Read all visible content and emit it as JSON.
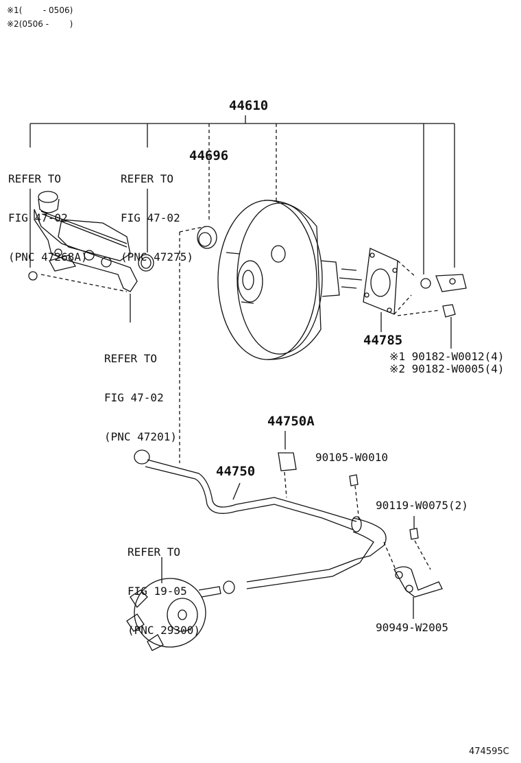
{
  "notes": [
    {
      "mark": "※1",
      "text": "(        - 0506)"
    },
    {
      "mark": "※2",
      "text": "(0506 -        )"
    }
  ],
  "parts": {
    "p44610": "44610",
    "p44696": "44696",
    "p44785": "44785",
    "p44750A": "44750A",
    "p44750": "44750",
    "p90105": "90105-W0010",
    "p90119": "90119-W0075(2)",
    "p90949": "90949-W2005",
    "p90182_1": "※1 90182-W0012(4)",
    "p90182_2": "※2 90182-W0005(4)"
  },
  "refs": {
    "ref_47268A": [
      "REFER TO",
      "FIG 47-02",
      "(PNC 47268A)"
    ],
    "ref_47275": [
      "REFER TO",
      "FIG 47-02",
      "(PNC 47275)"
    ],
    "ref_47201": [
      "REFER TO",
      "FIG 47-02",
      "(PNC 47201)"
    ],
    "ref_29300": [
      "REFER TO",
      "FIG 19-05",
      "(PNC 29300)"
    ]
  },
  "illustration_id": "474595C",
  "colors": {
    "ink": "#111111",
    "background": "#ffffff"
  }
}
